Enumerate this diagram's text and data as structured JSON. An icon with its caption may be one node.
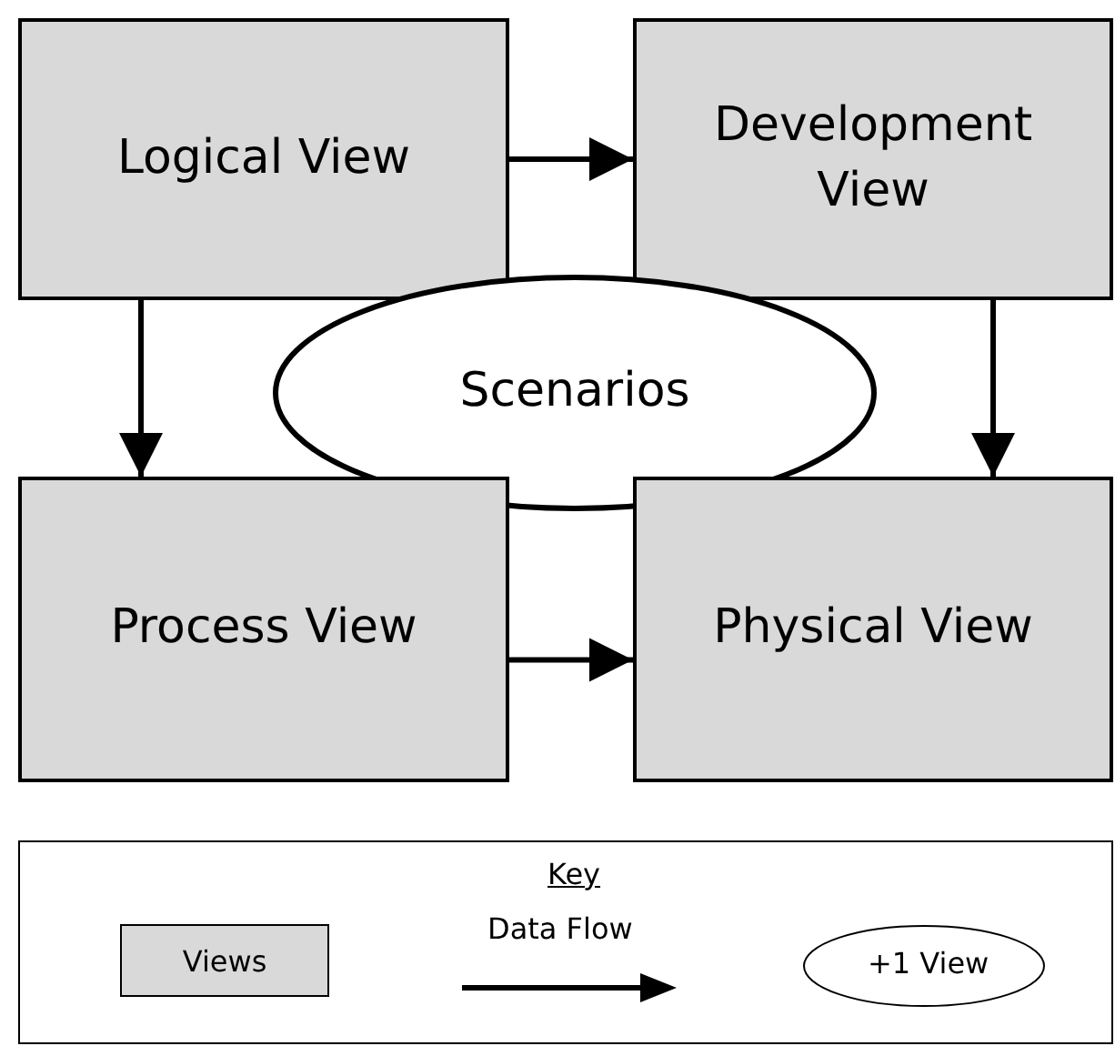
{
  "diagram": {
    "nodes": [
      {
        "text": [
          "Logical View"
        ]
      },
      {
        "text": [
          "Development View"
        ]
      },
      {
        "text": [
          "Scenarios"
        ]
      },
      {
        "text": [
          "Process View"
        ]
      },
      {
        "text": [
          "Physical View"
        ]
      }
    ],
    "edges": [
      {
        "from": 0,
        "to": 1,
        "arrow": "to"
      },
      {
        "from": 0,
        "to": 3,
        "arrow": "to"
      },
      {
        "from": 1,
        "to": 4,
        "arrow": "to"
      },
      {
        "from": 3,
        "to": 4,
        "arrow": "to"
      }
    ],
    "labels": [
      "Key"
    ],
    "legend": [
      {
        "text": "Views",
        "color": "#d9d9d9"
      },
      {
        "text": "Data Flow"
      },
      {
        "text": "+1 View"
      }
    ]
  }
}
